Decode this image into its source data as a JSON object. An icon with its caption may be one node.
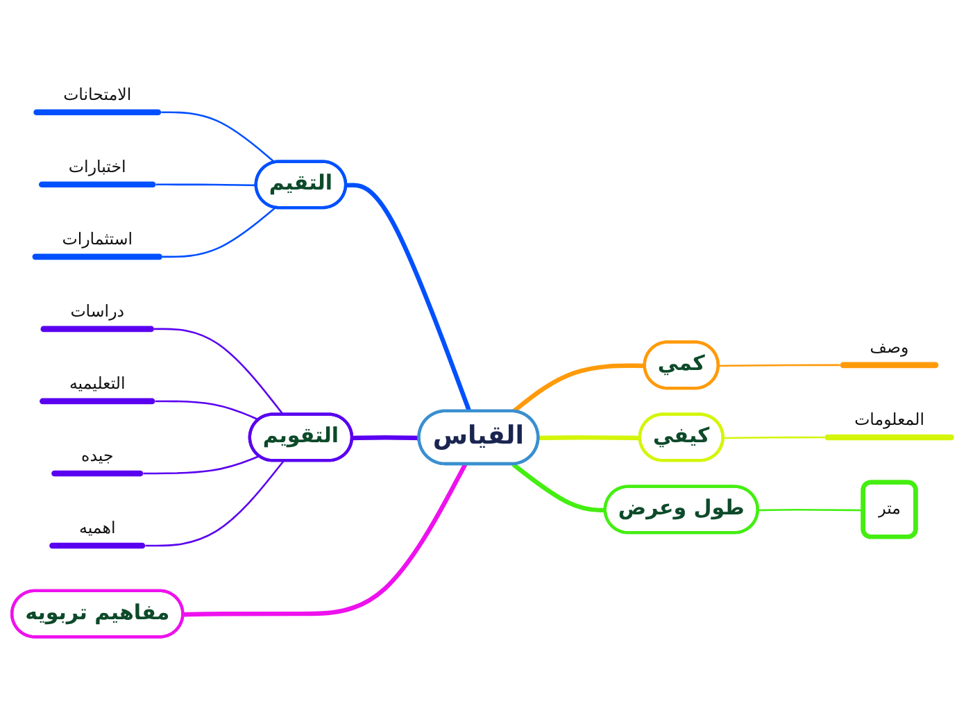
{
  "diagram": {
    "nodes": [
      {
        "text": [
          "القياس"
        ]
      },
      {
        "text": [
          "التقيم"
        ]
      },
      {
        "text": [
          "الامتحانات"
        ]
      },
      {
        "text": [
          "اختبارات"
        ]
      },
      {
        "text": [
          "استثمارات"
        ]
      },
      {
        "text": [
          "التقويم"
        ]
      },
      {
        "text": [
          "دراسات"
        ]
      },
      {
        "text": [
          "التعليميه"
        ]
      },
      {
        "text": [
          "جيده"
        ]
      },
      {
        "text": [
          "اهميه"
        ]
      },
      {
        "text": [
          "مفاهيم تربويه"
        ]
      },
      {
        "text": [
          "كمي"
        ]
      },
      {
        "text": [
          "وصف"
        ]
      },
      {
        "text": [
          "كيفي"
        ]
      },
      {
        "text": [
          "المعلومات"
        ]
      },
      {
        "text": [
          "طول وعرض"
        ]
      },
      {
        "text": [
          "متر"
        ]
      }
    ],
    "edges": [
      {
        "from": 0,
        "to": 1,
        "arrow": "none",
        "style": "thick",
        "color": "#0050ff"
      },
      {
        "from": 1,
        "to": 2,
        "arrow": "none",
        "color": "#0050ff"
      },
      {
        "from": 1,
        "to": 3,
        "arrow": "none",
        "color": "#0050ff"
      },
      {
        "from": 1,
        "to": 4,
        "arrow": "none",
        "color": "#0050ff"
      },
      {
        "from": 0,
        "to": 5,
        "arrow": "none",
        "style": "thick",
        "color": "#5a00f0"
      },
      {
        "from": 5,
        "to": 6,
        "arrow": "none",
        "color": "#5a00f0"
      },
      {
        "from": 5,
        "to": 7,
        "arrow": "none",
        "color": "#5a00f0"
      },
      {
        "from": 5,
        "to": 8,
        "arrow": "none",
        "color": "#5a00f0"
      },
      {
        "from": 5,
        "to": 9,
        "arrow": "none",
        "color": "#5a00f0"
      },
      {
        "from": 0,
        "to": 10,
        "arrow": "none",
        "style": "thick",
        "color": "#ee11ee"
      },
      {
        "from": 0,
        "to": 11,
        "arrow": "none",
        "style": "thick",
        "color": "#ff9a0a"
      },
      {
        "from": 11,
        "to": 12,
        "arrow": "none",
        "color": "#ff9a0a"
      },
      {
        "from": 0,
        "to": 13,
        "arrow": "none",
        "style": "thick",
        "color": "#d4f50a"
      },
      {
        "from": 13,
        "to": 14,
        "arrow": "none",
        "color": "#d4f50a"
      },
      {
        "from": 0,
        "to": 15,
        "arrow": "none",
        "style": "thick",
        "color": "#44ee11"
      },
      {
        "from": 15,
        "to": 16,
        "arrow": "none",
        "color": "#44ee11"
      }
    ]
  }
}
